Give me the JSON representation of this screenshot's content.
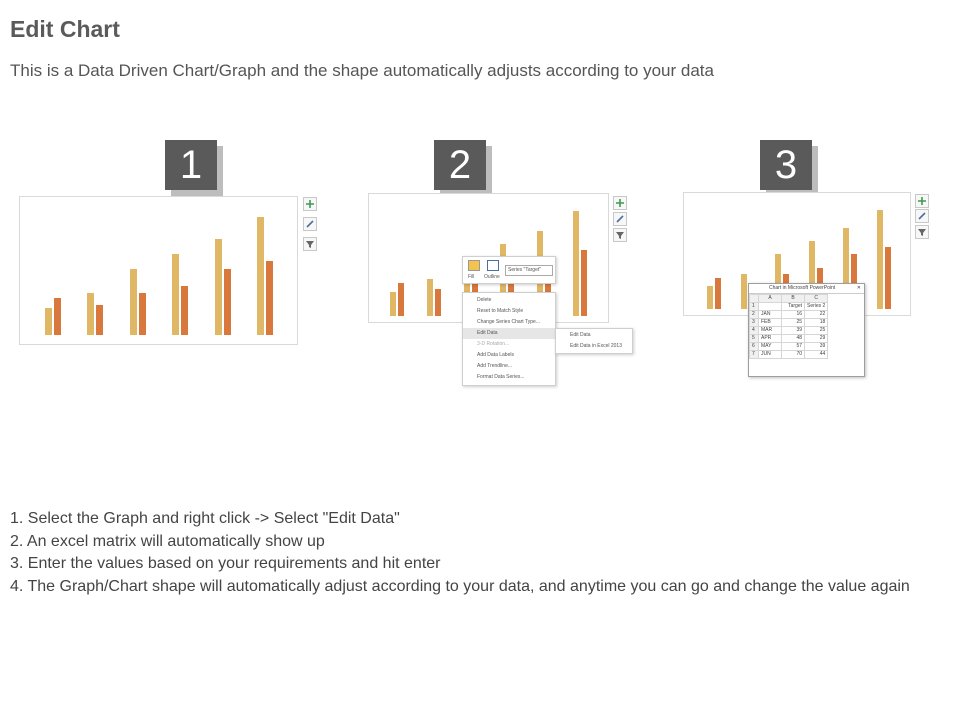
{
  "header": {
    "title": "Edit Chart",
    "subtitle": "This is a Data Driven Chart/Graph and the shape automatically adjusts according to your data"
  },
  "steps": [
    {
      "number": "1"
    },
    {
      "number": "2"
    },
    {
      "number": "3"
    }
  ],
  "chart_data": {
    "type": "bar",
    "categories": [
      "JAN",
      "FEB",
      "MAR",
      "APR",
      "MAY",
      "JUN"
    ],
    "series": [
      {
        "name": "Target",
        "values": [
          16,
          25,
          39,
          48,
          57,
          70
        ]
      },
      {
        "name": "Series 2",
        "values": [
          22,
          18,
          25,
          29,
          39,
          44
        ]
      }
    ],
    "title": "",
    "xlabel": "",
    "ylabel": "",
    "ylim": [
      0,
      75
    ]
  },
  "colors": {
    "series1": "#e0b765",
    "series2": "#d9783c",
    "badge": "#5a5a5a"
  },
  "icons": [
    "plus-icon",
    "brush-icon",
    "filter-icon"
  ],
  "context_menu": {
    "toolbar": {
      "fill_label": "Fill",
      "outline_label": "Outline",
      "series_select": "Series \"Target\""
    },
    "items": [
      "Delete",
      "Reset to Match Style",
      "Change Series Chart Type...",
      "Edit Data",
      "3-D Rotation...",
      "Add Data Labels",
      "Add Trendline...",
      "Format Data Series..."
    ],
    "submenu": [
      "Edit Data",
      "Edit Data in Excel 2013"
    ]
  },
  "excel": {
    "title": "Chart in Microsoft PowerPoint",
    "columns": [
      "",
      "A",
      "B",
      "C"
    ],
    "rows": [
      [
        "1",
        "",
        "Target",
        "Series 2"
      ],
      [
        "2",
        "JAN",
        "16",
        "22"
      ],
      [
        "3",
        "FEB",
        "25",
        "18"
      ],
      [
        "4",
        "MAR",
        "39",
        "25"
      ],
      [
        "5",
        "APR",
        "48",
        "29"
      ],
      [
        "6",
        "MAY",
        "57",
        "39"
      ],
      [
        "7",
        "JUN",
        "70",
        "44"
      ]
    ]
  },
  "instructions": [
    "1. Select the Graph and right click -> Select \"Edit Data\"",
    "2. An excel matrix will automatically show up",
    "3. Enter the values based on your requirements and hit enter",
    "4. The Graph/Chart shape will automatically adjust according to your data, and anytime you can go and change the value again"
  ]
}
